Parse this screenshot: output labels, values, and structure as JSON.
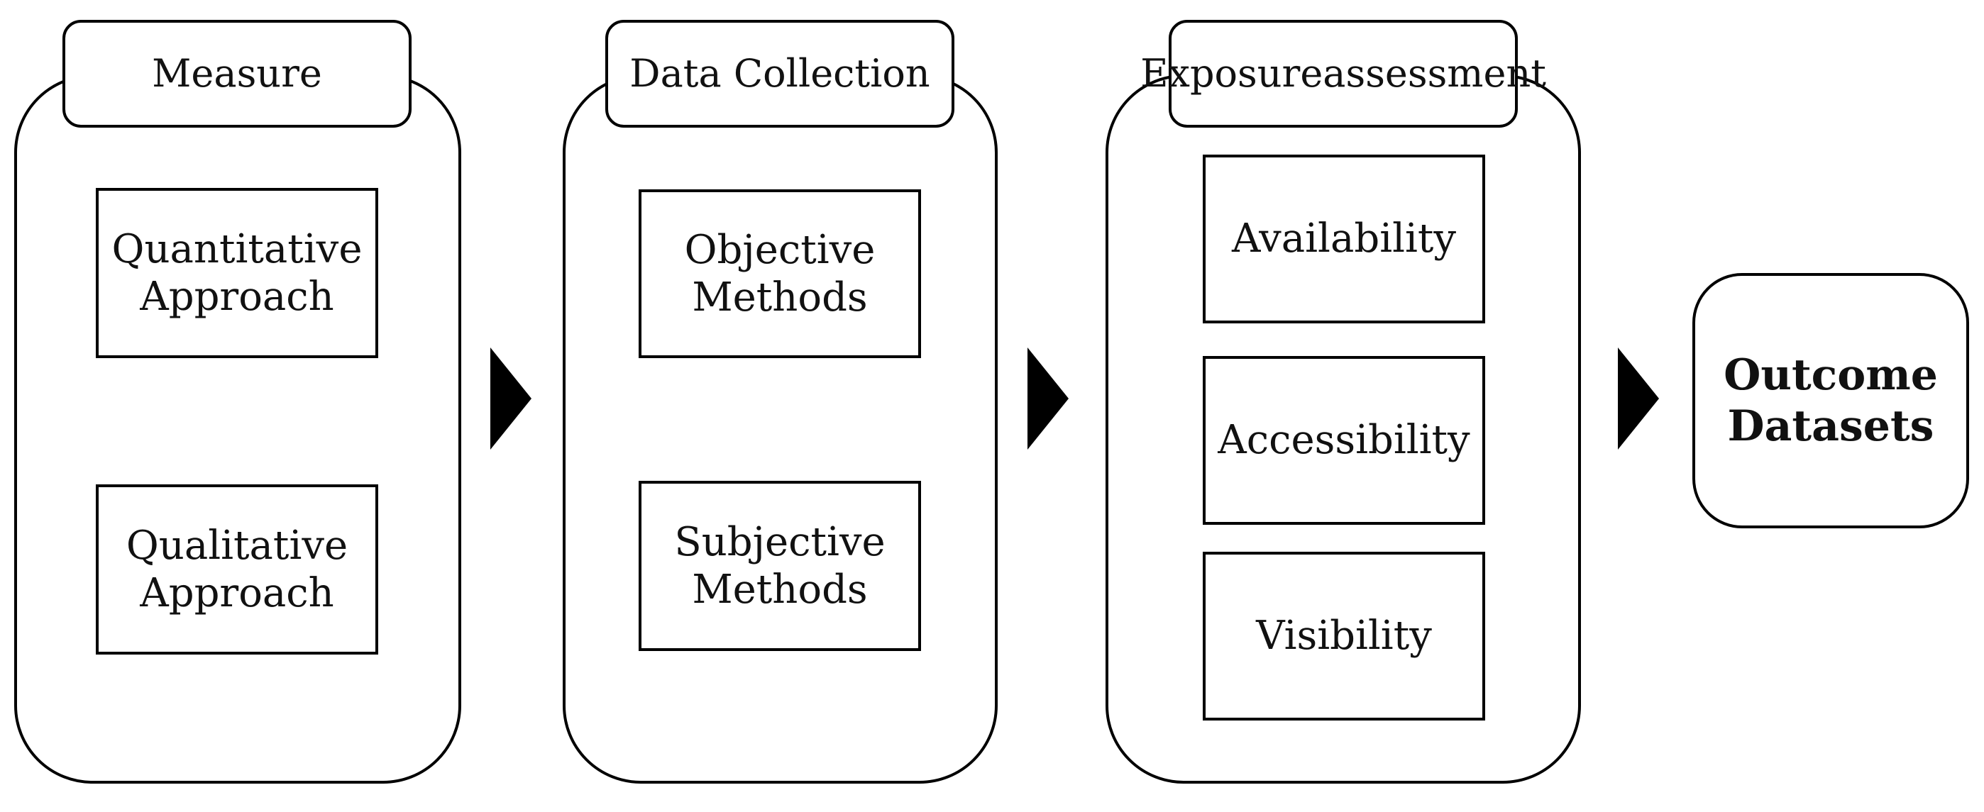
{
  "columns": [
    {
      "header": [
        "Measure"
      ],
      "boxes": [
        [
          "Quantitative",
          "Approach"
        ],
        [
          "Qualitative",
          "Approach"
        ]
      ]
    },
    {
      "header": [
        "Data Collection"
      ],
      "boxes": [
        [
          "Objective",
          "Methods"
        ],
        [
          "Subjective",
          "Methods"
        ]
      ]
    },
    {
      "header": [
        "Exposure",
        "assessment"
      ],
      "boxes": [
        [
          "Availability"
        ],
        [
          "Accessibility"
        ],
        [
          "Visibility"
        ]
      ]
    }
  ],
  "outcome": [
    "Outcome",
    "Datasets"
  ]
}
